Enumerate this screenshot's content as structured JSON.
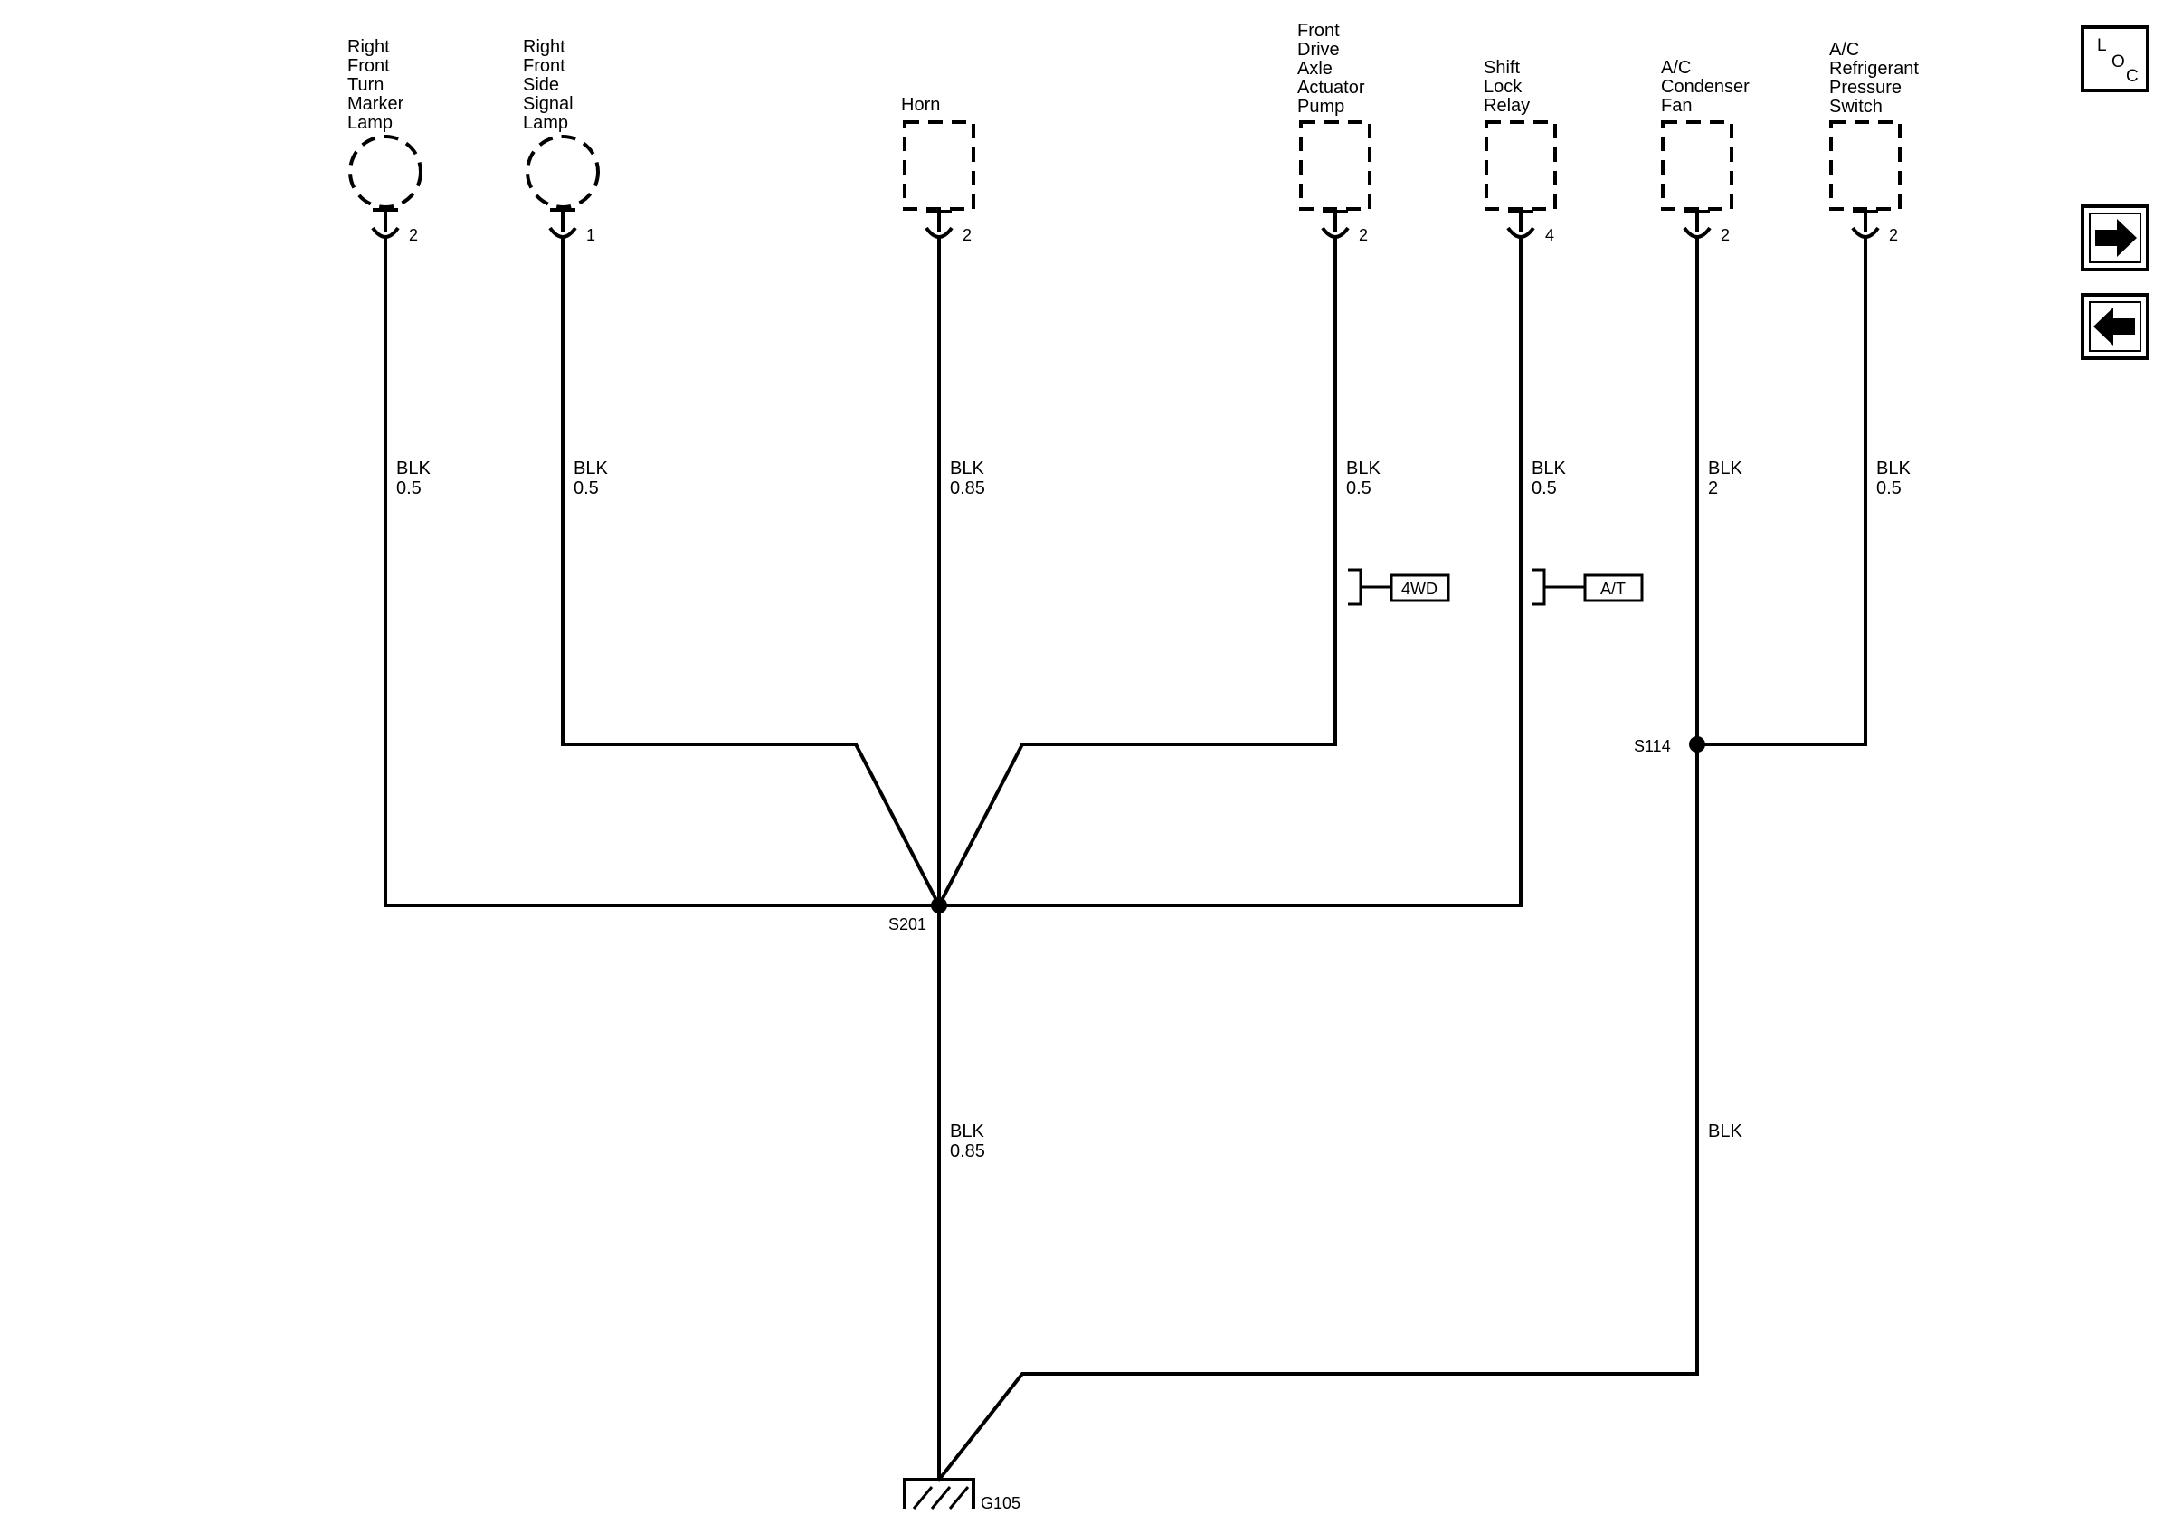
{
  "components": [
    {
      "id": "rf-turn-marker-lamp",
      "lines": [
        "Right",
        "Front",
        "Turn",
        "Marker",
        "Lamp"
      ],
      "pin": "2"
    },
    {
      "id": "rf-side-signal-lamp",
      "lines": [
        "Right",
        "Front",
        "Side",
        "Signal",
        "Lamp"
      ],
      "pin": "1"
    },
    {
      "id": "horn",
      "lines": [
        "Horn"
      ],
      "pin": "2"
    },
    {
      "id": "front-drive-axle-actuator-pump",
      "lines": [
        "Front",
        "Drive",
        "Axle",
        "Actuator",
        "Pump"
      ],
      "pin": "2"
    },
    {
      "id": "shift-lock-relay",
      "lines": [
        "Shift",
        "Lock",
        "Relay"
      ],
      "pin": "4"
    },
    {
      "id": "ac-condenser-fan",
      "lines": [
        "A/C",
        "Condenser",
        "Fan"
      ],
      "pin": "2"
    },
    {
      "id": "ac-refrigerant-pressure-switch",
      "lines": [
        "A/C",
        "Refrigerant",
        "Pressure",
        "Switch"
      ],
      "pin": "2"
    }
  ],
  "wires": [
    {
      "color": "BLK",
      "size": "0.5"
    },
    {
      "color": "BLK",
      "size": "0.5"
    },
    {
      "color": "BLK",
      "size": "0.85"
    },
    {
      "color": "BLK",
      "size": "0.5"
    },
    {
      "color": "BLK",
      "size": "0.5"
    },
    {
      "color": "BLK",
      "size": "2"
    },
    {
      "color": "BLK",
      "size": "0.5"
    }
  ],
  "ground_wire_s201": {
    "color": "BLK",
    "size": "0.85"
  },
  "ground_wire_s114": {
    "color": "BLK"
  },
  "options": {
    "fourwd": "4WD",
    "at": "A/T"
  },
  "splices": {
    "s201": "S201",
    "s114": "S114"
  },
  "ground": "G105",
  "nav": {
    "loc_letters": [
      "L",
      "O",
      "C"
    ]
  },
  "icons": [
    "loc-icon",
    "right-arrow-icon",
    "left-arrow-icon"
  ]
}
